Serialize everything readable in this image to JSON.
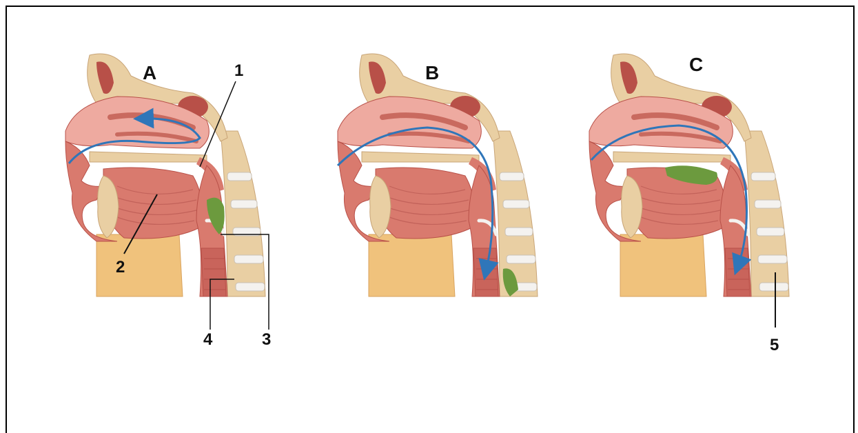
{
  "panels": [
    {
      "letter": "A"
    },
    {
      "letter": "B"
    },
    {
      "letter": "C"
    }
  ],
  "callouts": [
    "1",
    "2",
    "3",
    "4",
    "5"
  ],
  "colors": {
    "bone": "#e9cfa3",
    "bone_dark": "#c8a477",
    "tissue": "#d97a6e",
    "tissue_light": "#eeaaa0",
    "tissue_dark": "#b85048",
    "airflow": "#2f76b9",
    "food_bolus": "#6c9a3e",
    "neck": "#f0c27c"
  }
}
